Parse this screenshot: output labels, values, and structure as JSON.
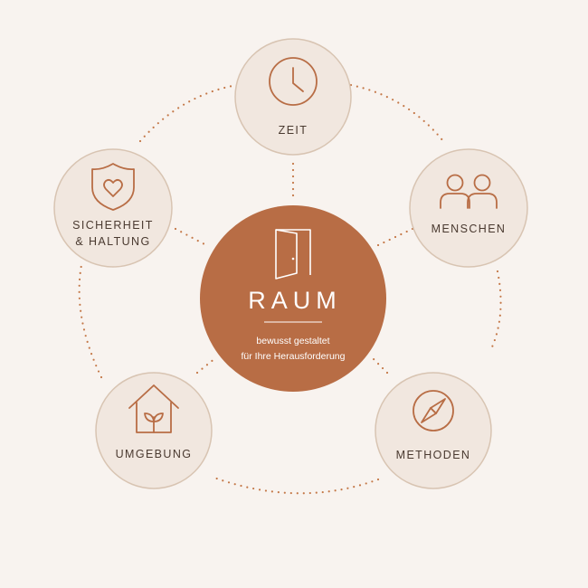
{
  "colors": {
    "background": "#f8f3ef",
    "node_fill": "#f1e7df",
    "node_stroke": "#d8c4b2",
    "accent": "#b86d45",
    "dots": "#c47848",
    "center": "#b86d45"
  },
  "center": {
    "title": "RAUM",
    "subtitle_line1": "bewusst gestaltet",
    "subtitle_line2": "für Ihre Herausforderung",
    "icon": "door-icon"
  },
  "nodes": {
    "zeit": {
      "label": "ZEIT",
      "icon": "clock-icon"
    },
    "menschen": {
      "label": "MENSCHEN",
      "icon": "people-icon"
    },
    "methoden": {
      "label": "METHODEN",
      "icon": "compass-icon"
    },
    "umgebung": {
      "label": "UMGEBUNG",
      "icon": "house-plant-icon"
    },
    "sicherheit": {
      "label_line1": "SICHERHEIT",
      "label_line2": "& HALTUNG",
      "icon": "shield-heart-icon"
    }
  }
}
